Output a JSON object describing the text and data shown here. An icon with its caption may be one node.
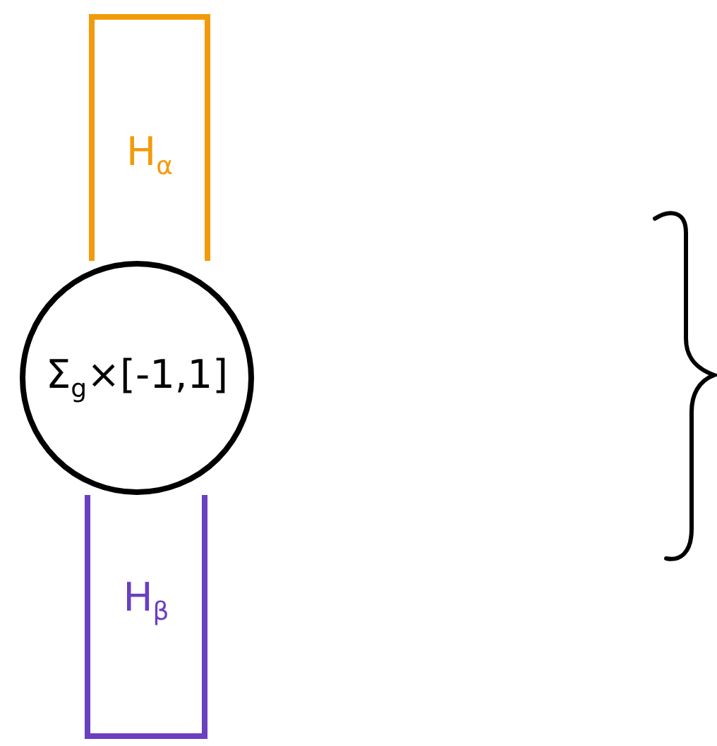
{
  "diagram": {
    "nodes": [
      {
        "text": [
          "H$_{α}$"
        ]
      },
      {
        "text": [
          "Σ$_{g}$×[-1,1]"
        ]
      },
      {
        "text": [
          "H$_{β}$"
        ]
      }
    ]
  }
}
